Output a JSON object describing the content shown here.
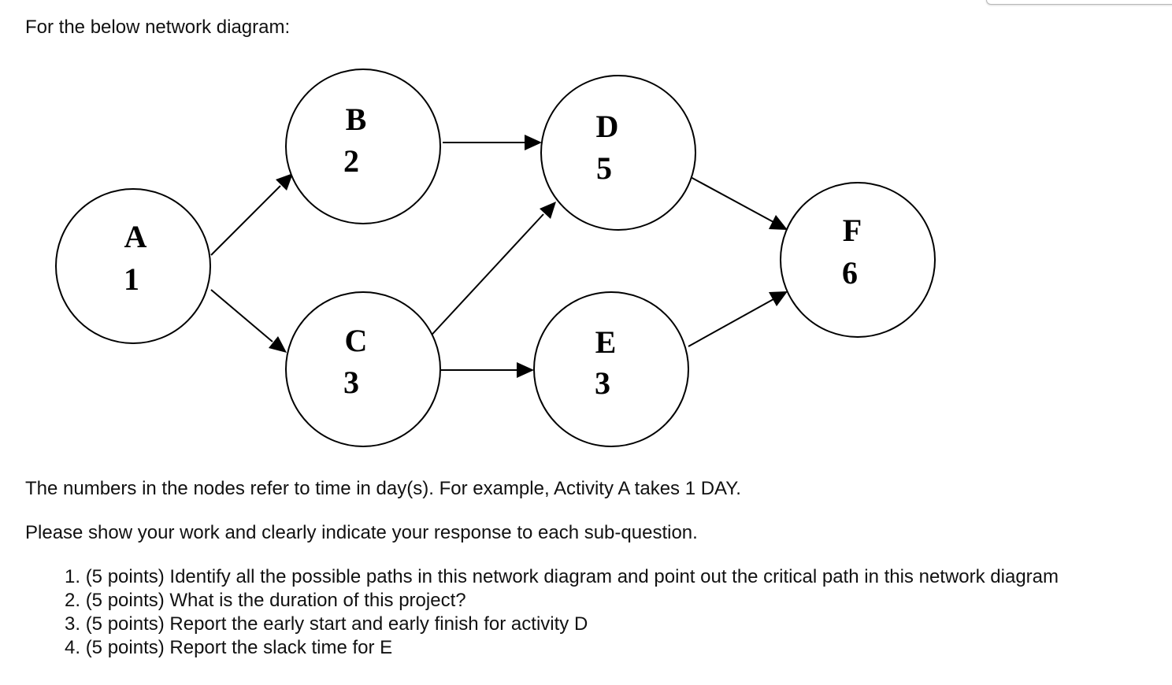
{
  "intro": "For the below network diagram:",
  "diagram": {
    "nodes": [
      {
        "id": "A",
        "duration": "1"
      },
      {
        "id": "B",
        "duration": "2"
      },
      {
        "id": "C",
        "duration": "3"
      },
      {
        "id": "D",
        "duration": "5"
      },
      {
        "id": "E",
        "duration": "3"
      },
      {
        "id": "F",
        "duration": "6"
      }
    ],
    "edges": [
      {
        "from": "A",
        "to": "B"
      },
      {
        "from": "A",
        "to": "C"
      },
      {
        "from": "B",
        "to": "D"
      },
      {
        "from": "C",
        "to": "D"
      },
      {
        "from": "C",
        "to": "E"
      },
      {
        "from": "D",
        "to": "F"
      },
      {
        "from": "E",
        "to": "F"
      }
    ]
  },
  "paragraph_1": "The numbers in the nodes refer to time in day(s). For example, Activity A takes 1 DAY.",
  "paragraph_2": "Please show your work and clearly indicate your response to each sub-question.",
  "questions": [
    {
      "number": "1.",
      "text": "(5 points) Identify all the possible paths in this network diagram and point out the critical path in this network diagram"
    },
    {
      "number": "2.",
      "text": "(5 points) What is the duration of this project?"
    },
    {
      "number": "3.",
      "text": "(5 points) Report the early start and early finish for activity D"
    },
    {
      "number": "4.",
      "text": "(5 points) Report the slack time for E"
    }
  ]
}
